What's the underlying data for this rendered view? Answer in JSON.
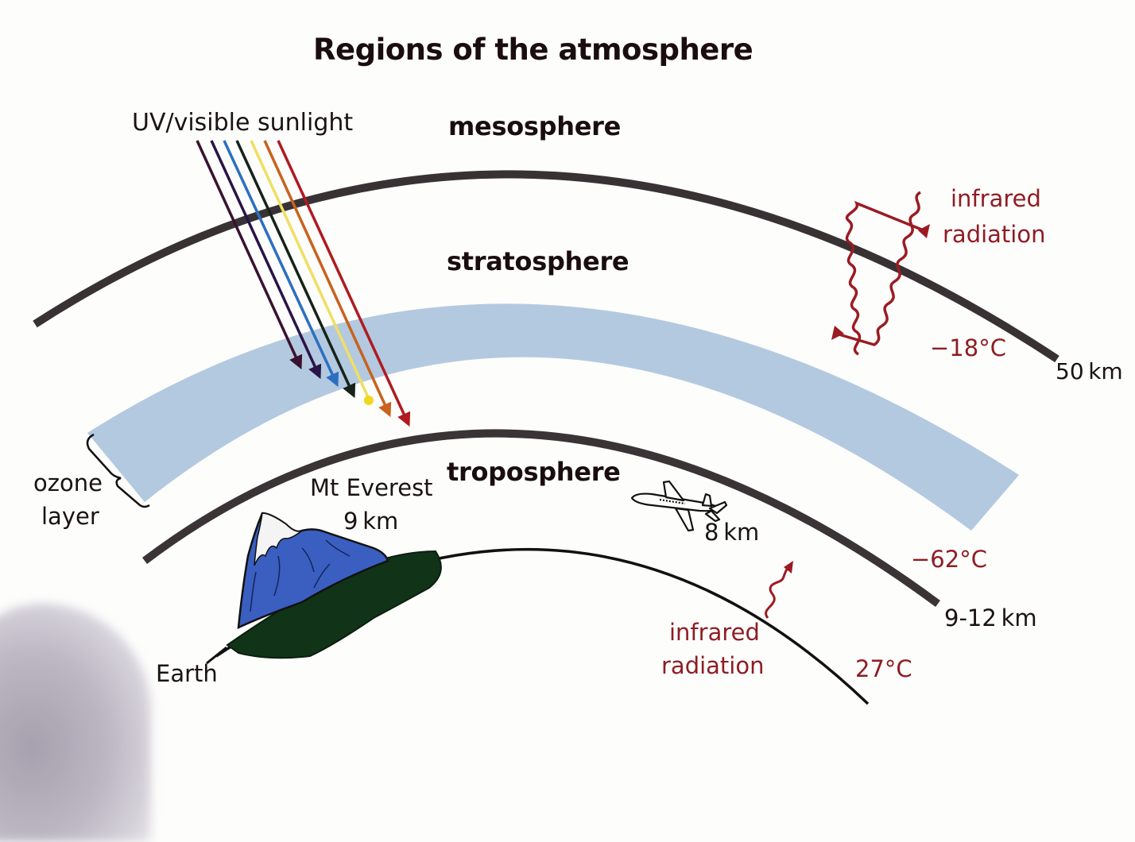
{
  "title": "Regions of the atmosphere",
  "regions": {
    "mesosphere": "mesosphere",
    "stratosphere": "stratosphere",
    "troposphere": "troposphere"
  },
  "sunlight": {
    "label": "UV/visible sunlight",
    "ray_colors": [
      "#3a1230",
      "#2a1448",
      "#2c6fc1",
      "#15231a",
      "#f2e04a",
      "#c8621e",
      "#b01a20"
    ]
  },
  "infrared_upper": {
    "line1": "infrared",
    "line2": "radiation"
  },
  "infrared_lower": {
    "line1": "infrared",
    "line2": "radiation"
  },
  "temperatures": {
    "mesopause": "−18°C",
    "tropopause": "−62°C",
    "surface": "27°C"
  },
  "altitudes": {
    "stratopause": "50 km",
    "tropopause": "9-12 km",
    "plane": "8 km"
  },
  "ozone": {
    "line1": "ozone",
    "line2": "layer"
  },
  "everest": {
    "line1": "Mt Everest",
    "line2": "9 km"
  },
  "earth_label": "Earth",
  "colors": {
    "boundary_line": "#3a3436",
    "ozone_band": "#b4cbe3",
    "infrared": "#9b1b22",
    "mountain": "#3a5fc0",
    "ground": "#113318",
    "text": "#1a0d10"
  },
  "icons": [
    "sunlight-rays-icon",
    "infrared-wave-icon",
    "mountain-icon",
    "airplane-icon"
  ]
}
